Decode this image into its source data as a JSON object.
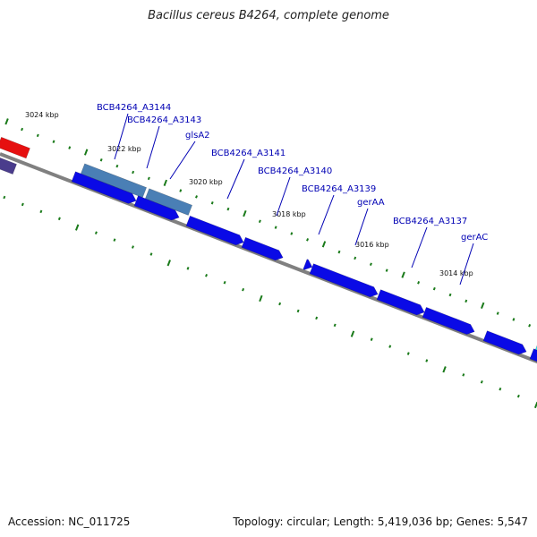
{
  "title": "Bacillus cereus B4264, complete genome",
  "footer": {
    "accession": "Accession: NC_011725",
    "stats": "Topology: circular; Length: 5,419,036 bp; Genes: 5,547"
  },
  "colors": {
    "backbone": "#808080",
    "gene_forward": "#0a0ae6",
    "gene_highlight": "#4a7fb5",
    "gene_red": "#e61010",
    "gene_purple": "#4a3c8c",
    "gene_cyan": "#28e6f0",
    "ticks": "#1a7a1a",
    "labels": "#0000b4"
  },
  "kbp_labels": [
    "3024 kbp",
    "3022 kbp",
    "3020 kbp",
    "3018 kbp",
    "3016 kbp",
    "3014 kbp"
  ],
  "gene_labels": [
    "BCB4264_A3144",
    "BCB4264_A3143",
    "glsA2",
    "BCB4264_A3141",
    "BCB4264_A3140",
    "BCB4264_A3139",
    "gerAA",
    "BCB4264_A3137",
    "gerAC"
  ]
}
